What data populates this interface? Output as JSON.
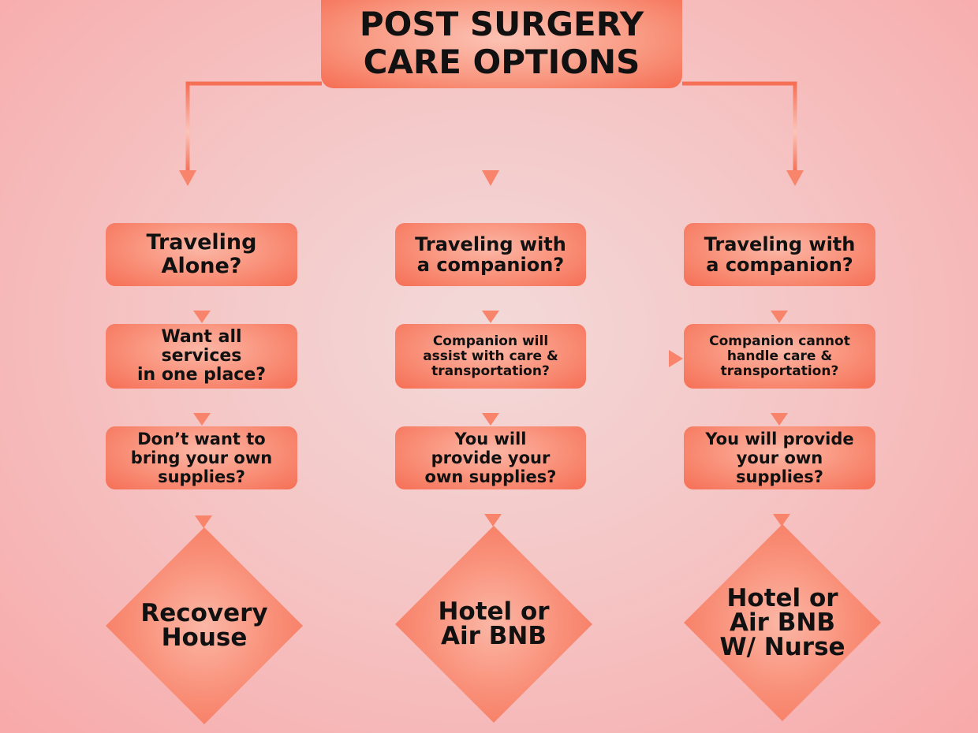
{
  "title": "POST SURGERY\nCARE OPTIONS",
  "colors": {
    "accent": "#f56f55",
    "box_light": "#fbb7a6",
    "background_center": "#f3d9d9",
    "background_edge": "#f8a9a9",
    "text": "#111111"
  },
  "columns": [
    {
      "question": "Traveling\nAlone?",
      "step2": "Want all\nservices\nin one place?",
      "step3": "Don’t want to\nbring your own\nsupplies?",
      "outcome": "Recovery\nHouse"
    },
    {
      "question": "Traveling with\na companion?",
      "step2": "Companion will\nassist with care &\ntransportation?",
      "step3": "You will\nprovide your\nown supplies?",
      "outcome": "Hotel or\nAir BNB"
    },
    {
      "question": "Traveling with\na companion?",
      "step2": "Companion cannot\nhandle care &\ntransportation?",
      "step3": "You will provide\nyour own\nsupplies?",
      "outcome": "Hotel or\nAir BNB\nW/ Nurse"
    }
  ]
}
